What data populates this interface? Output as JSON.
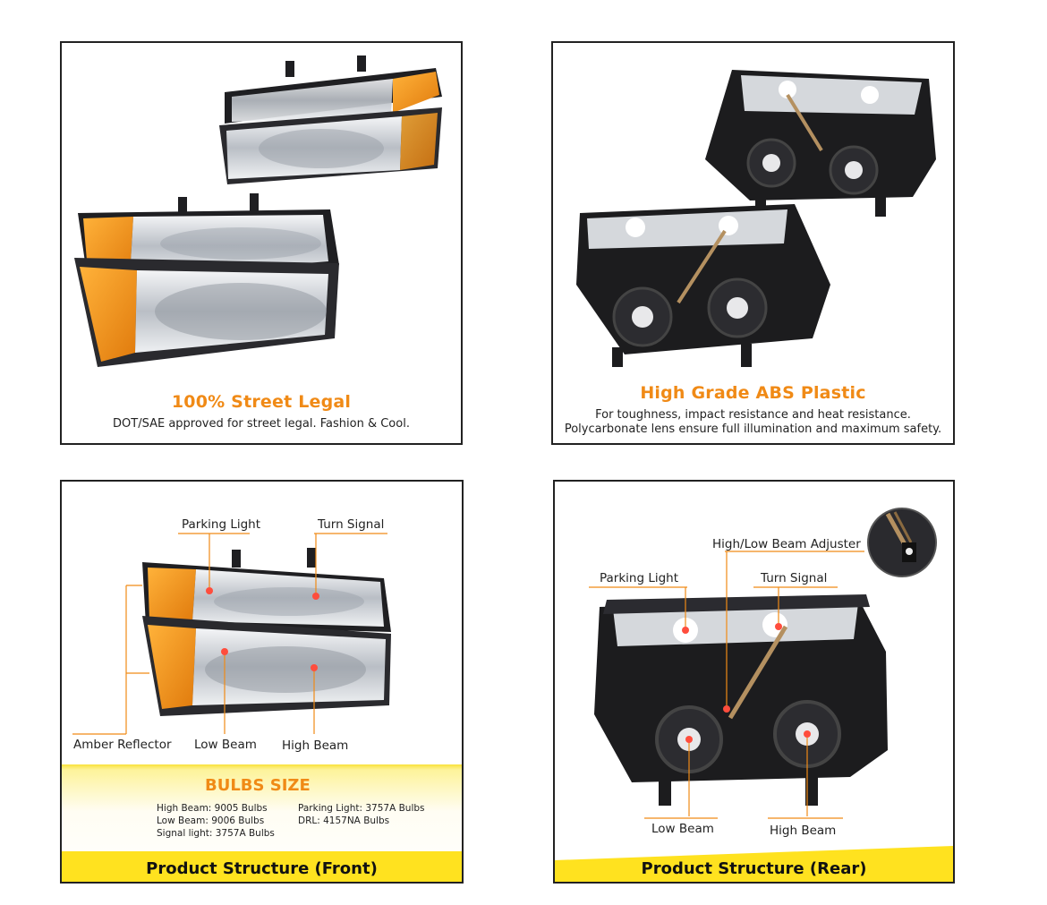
{
  "panels": {
    "street_legal": {
      "title": "100% Street Legal",
      "caption": "DOT/SAE approved for street legal. Fashion & Cool."
    },
    "abs_plastic": {
      "title": "High Grade ABS Plastic",
      "caption_line1": "For toughness, impact resistance and heat resistance.",
      "caption_line2": "Polycarbonate lens ensure full illumination and maximum safety."
    },
    "front": {
      "labels": {
        "parking_light": "Parking Light",
        "turn_signal": "Turn Signal",
        "amber_reflector": "Amber Reflector",
        "low_beam": "Low Beam",
        "high_beam": "High Beam"
      },
      "bulbs_title": "BULBS SIZE",
      "bulbs": {
        "high_beam": "High Beam: 9005 Bulbs",
        "low_beam": "Low Beam: 9006 Bulbs",
        "signal_light": "Signal light: 3757A Bulbs",
        "parking_light": "Parking Light: 3757A  Bulbs",
        "drl": "DRL: 4157NA Bulbs"
      },
      "band_title": "Product Structure (Front)"
    },
    "rear": {
      "labels": {
        "adjuster": "High/Low Beam Adjuster",
        "parking_light": "Parking Light",
        "turn_signal": "Turn Signal",
        "low_beam": "Low Beam",
        "high_beam": "High Beam"
      },
      "band_title": "Product Structure (Rear)"
    }
  },
  "colors": {
    "accent_orange": "#f08a16",
    "band_yellow": "#ffe21f",
    "callout_line": "#f08a16",
    "housing_black": "#1c1c1e",
    "amber": "#f39a1d",
    "chrome": "#cfd3d8"
  }
}
